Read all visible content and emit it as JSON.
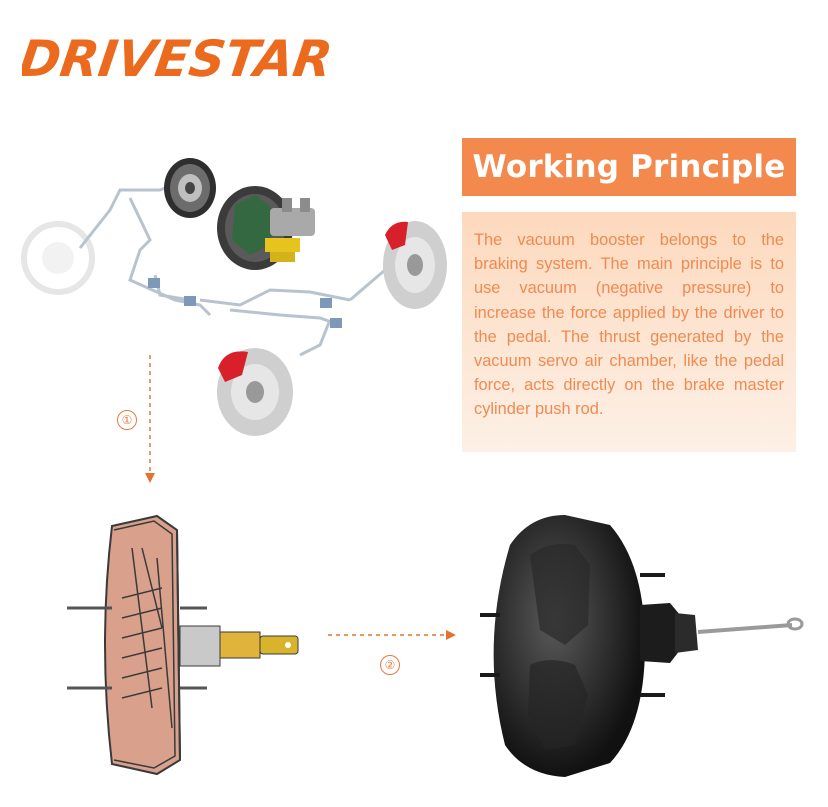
{
  "brand": {
    "name": "DRIVESTAR",
    "color": "#ec6a1e"
  },
  "section": {
    "title": "Working Principle",
    "description": "The vacuum booster belongs to the braking system. The main principle is to use vacuum (negative pressure) to increase the force applied by the driver to the pedal. The thrust generated by the vacuum servo air chamber, like the pedal force, acts directly on the brake master cylinder push rod."
  },
  "steps": [
    {
      "label": "①"
    },
    {
      "label": "②"
    }
  ],
  "colors": {
    "accent": "#f3894d",
    "text_orange": "#f08a50",
    "arrow": "#e2722f"
  },
  "illustrations": {
    "brake_system": "brake-system-diagram",
    "cutaway": "vacuum-booster-cutaway",
    "product": "vacuum-booster-product-photo"
  }
}
